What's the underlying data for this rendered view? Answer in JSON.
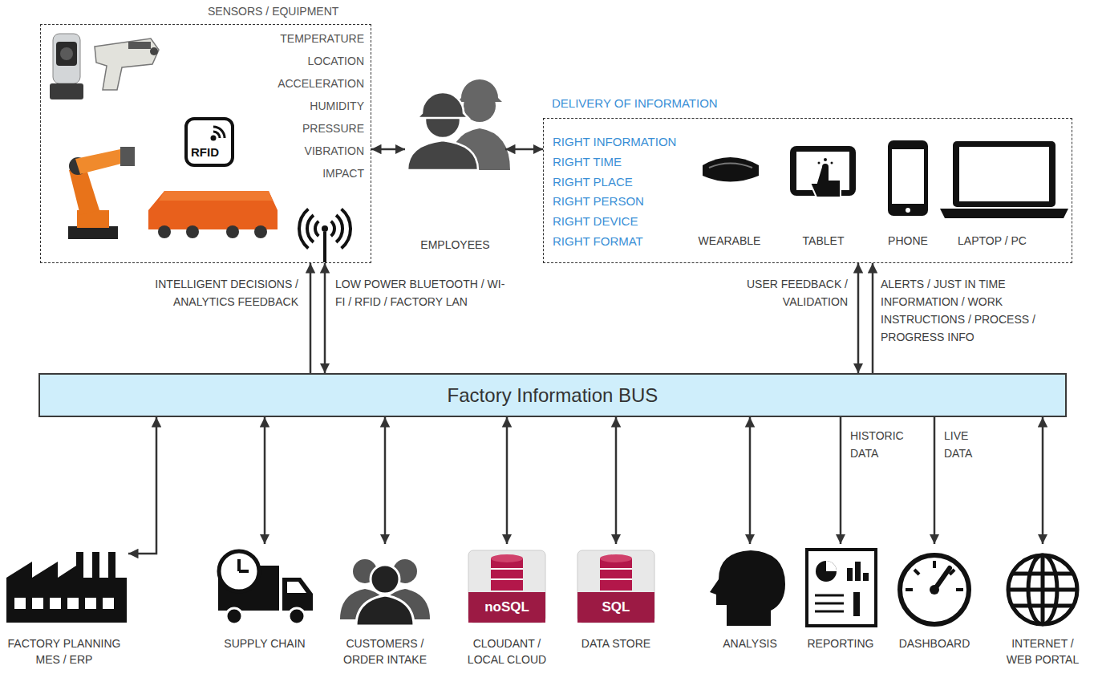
{
  "diagram": {
    "nodes": [
      {
        "text": [
          "SENSORS / EQUIPMENT",
          "TEMPERATURE",
          "LOCATION",
          "ACCELERATION",
          "HUMIDITY",
          "PRESSURE",
          "VIBRATION",
          "IMPACT"
        ]
      },
      {
        "text": [
          "EMPLOYEES"
        ]
      },
      {
        "text": [
          "DELIVERY OF INFORMATION",
          "RIGHT INFORMATION",
          "RIGHT TIME",
          "RIGHT PLACE",
          "RIGHT PERSON",
          "RIGHT DEVICE",
          "RIGHT FORMAT"
        ]
      },
      {
        "text": [
          "WEARABLE"
        ],
        "in": 2
      },
      {
        "text": [
          "TABLET"
        ],
        "in": 2
      },
      {
        "text": [
          "PHONE"
        ],
        "in": 2
      },
      {
        "text": [
          "LAPTOP / PC"
        ],
        "in": 2
      },
      {
        "text": [
          "Factory Information BUS"
        ]
      },
      {
        "text": [
          "FACTORY PLANNING MES / ERP"
        ]
      },
      {
        "text": [
          "SUPPLY CHAIN"
        ]
      },
      {
        "text": [
          "CUSTOMERS / ORDER INTAKE"
        ]
      },
      {
        "text": [
          "noSQL",
          "CLOUDANT / LOCAL CLOUD"
        ]
      },
      {
        "text": [
          "SQL",
          "DATA STORE"
        ]
      },
      {
        "text": [
          "ANALYSIS"
        ]
      },
      {
        "text": [
          "REPORTING"
        ]
      },
      {
        "text": [
          "DASHBOARD"
        ]
      },
      {
        "text": [
          "INTERNET / WEB PORTAL"
        ]
      }
    ],
    "edges": [
      {
        "from": 0,
        "to": 1,
        "arrow": "both"
      },
      {
        "from": 1,
        "to": 2,
        "arrow": "both"
      },
      {
        "from": 7,
        "to": 0,
        "label": "INTELLIGENT DECISIONS / ANALYTICS FEEDBACK",
        "arrow": "to"
      },
      {
        "from": 0,
        "to": 7,
        "label": "LOW POWER BLUETOOTH / WI-FI / RFID / FACTORY LAN",
        "arrow": "both"
      },
      {
        "from": 2,
        "to": 7,
        "label": "USER FEEDBACK / VALIDATION",
        "arrow": "both"
      },
      {
        "from": 7,
        "to": 2,
        "label": "ALERTS / JUST IN TIME INFORMATION / WORK INSTRUCTIONS / PROCESS / PROGRESS INFO",
        "arrow": "to"
      },
      {
        "from": 7,
        "to": 8,
        "arrow": "both"
      },
      {
        "from": 7,
        "to": 9,
        "arrow": "both"
      },
      {
        "from": 7,
        "to": 10,
        "arrow": "both"
      },
      {
        "from": 7,
        "to": 11,
        "arrow": "both"
      },
      {
        "from": 7,
        "to": 12,
        "arrow": "both"
      },
      {
        "from": 7,
        "to": 13,
        "arrow": "both"
      },
      {
        "from": 7,
        "to": 14,
        "label": "HISTORIC DATA",
        "arrow": "to"
      },
      {
        "from": 7,
        "to": 15,
        "label": "LIVE DATA",
        "arrow": "to"
      },
      {
        "from": 7,
        "to": 16,
        "arrow": "both"
      }
    ],
    "labels": [
      "RFID"
    ]
  }
}
